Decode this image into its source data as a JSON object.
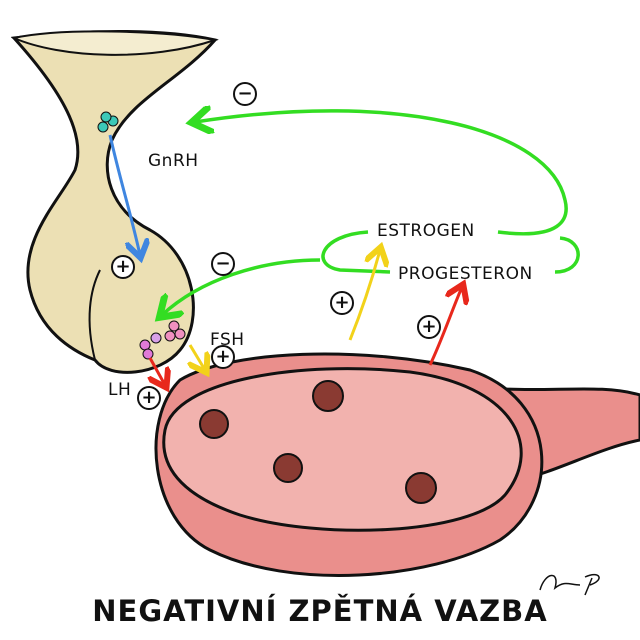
{
  "labels": {
    "gnrh": "GnRH",
    "estrogen": "ESTROGEN",
    "progesteron": "PROGESTERON",
    "fsh": "FSH",
    "lh": "LH"
  },
  "signs": {
    "minus": "−",
    "plus": "+"
  },
  "title": "NEGATIVNÍ ZPĚTNÁ VAZBA",
  "signature": "Am P.",
  "colors": {
    "pituitary": "#ece0b4",
    "ovary": "#ea8f8c",
    "follicle": "#8a3a32",
    "negative_feedback": "#33dd22",
    "fsh_arrow": "#f2d21a",
    "lh_arrow": "#e8281c",
    "gnrh_arrow": "#3f86e0"
  }
}
